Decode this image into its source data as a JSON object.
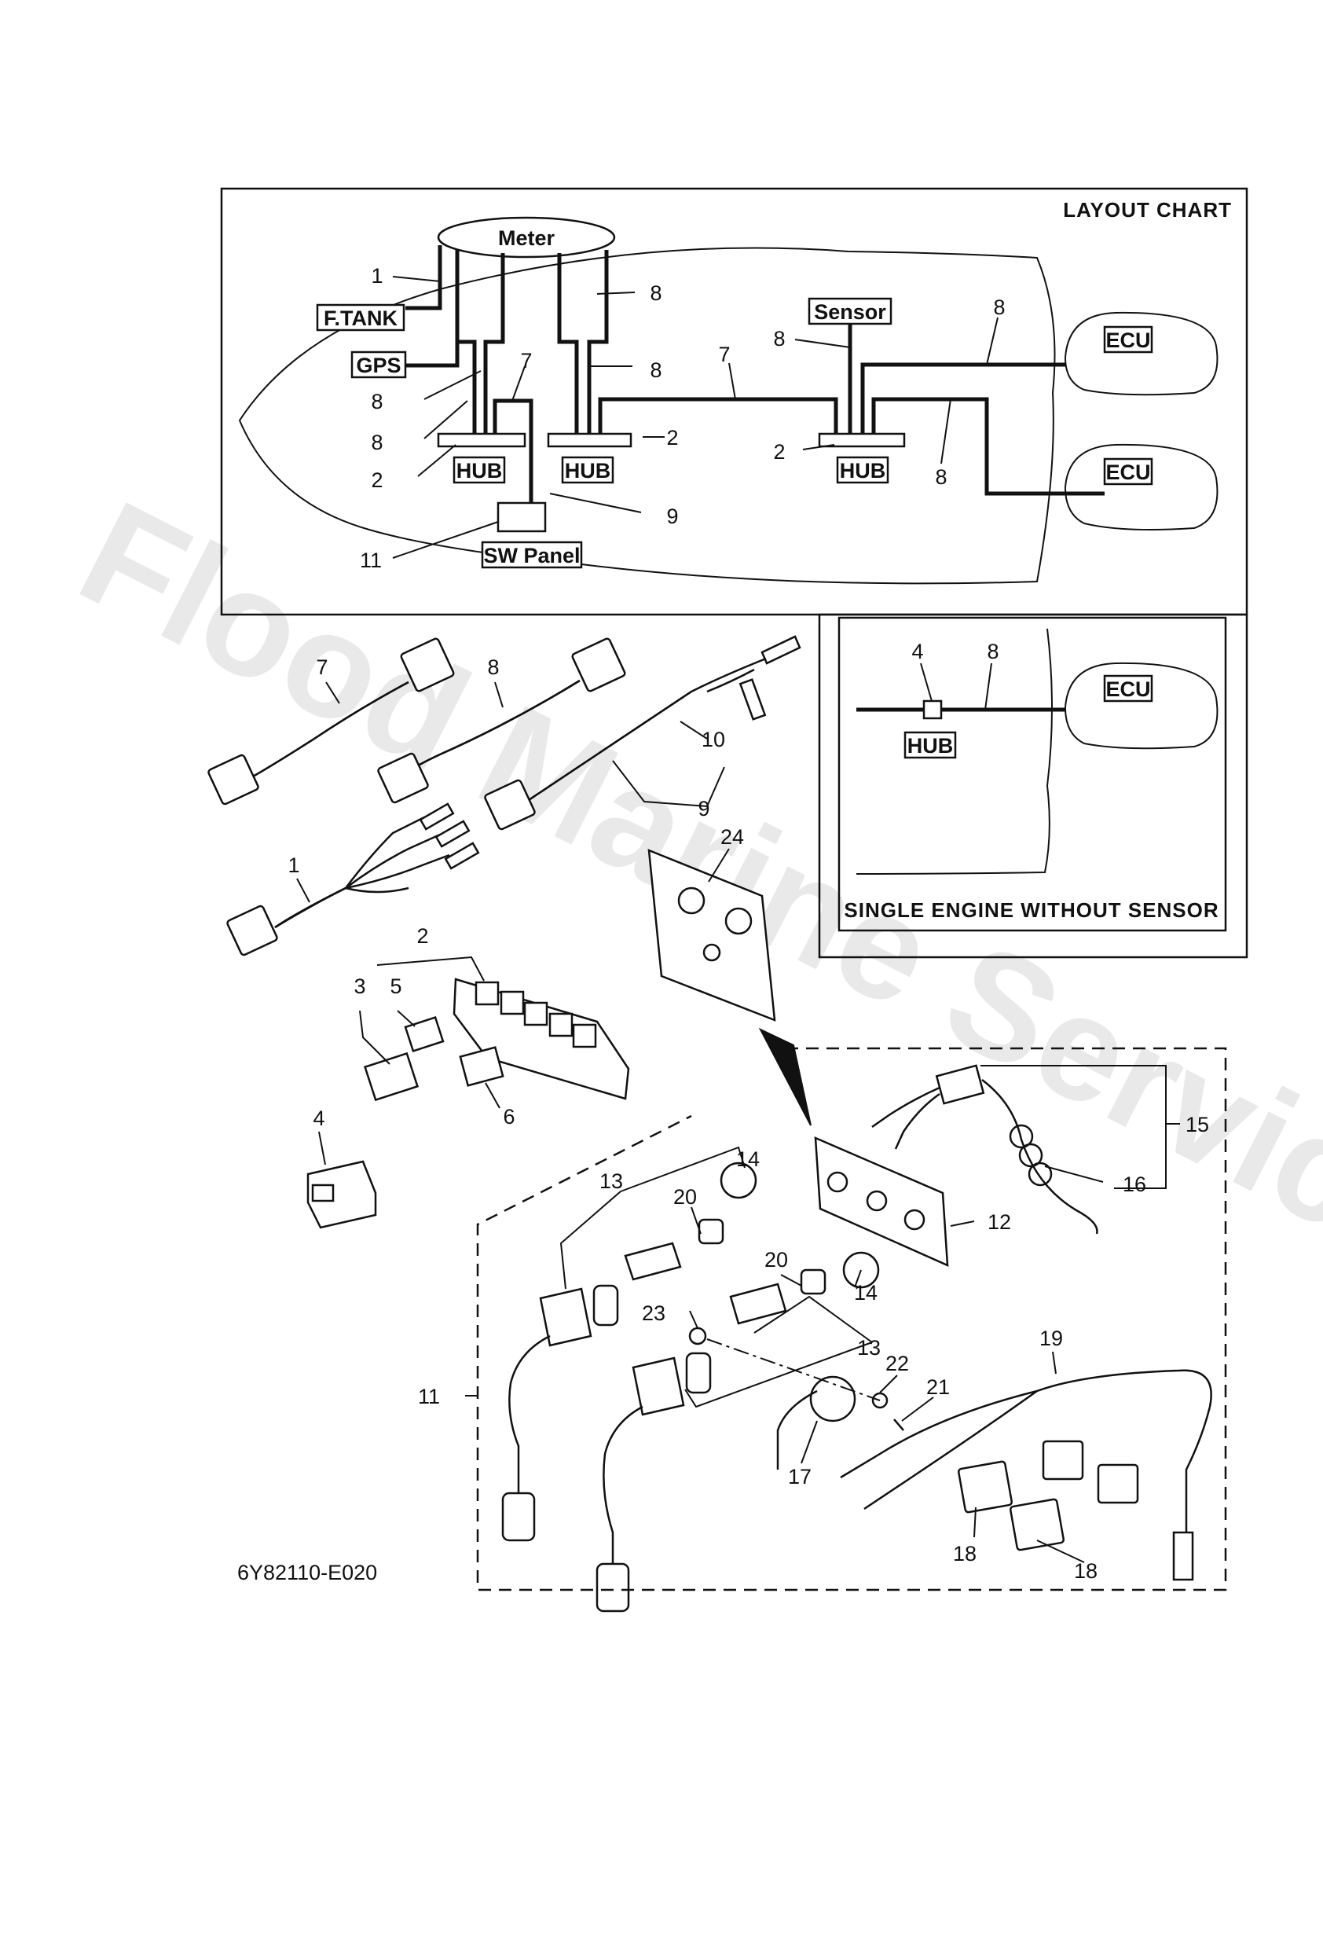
{
  "layout_chart": {
    "title": "LAYOUT CHART",
    "labels": {
      "meter": "Meter",
      "ftank": "F.TANK",
      "gps": "GPS",
      "sensor": "Sensor",
      "ecu_1": "ECU",
      "ecu_2": "ECU",
      "hub_1": "HUB",
      "hub_2": "HUB",
      "hub_3": "HUB",
      "sw_panel": "SW Panel"
    },
    "callouts": {
      "c1": "1",
      "c8a": "8",
      "c8b": "8",
      "c8c": "8",
      "c8d": "8",
      "c8e": "8",
      "c8f": "8",
      "c8g": "8",
      "c7a": "7",
      "c7b": "7",
      "c2a": "2",
      "c2b": "2",
      "c2c": "2",
      "c9": "9",
      "c11": "11"
    }
  },
  "single_engine": {
    "title": "SINGLE ENGINE WITHOUT SENSOR",
    "labels": {
      "hub": "HUB",
      "ecu": "ECU"
    },
    "callouts": {
      "c4": "4",
      "c8": "8"
    }
  },
  "parts": {
    "callouts": {
      "p7": "7",
      "p8": "8",
      "p10": "10",
      "p9": "9",
      "p1": "1",
      "p24": "24",
      "p2": "2",
      "p3": "3",
      "p5": "5",
      "p6": "6",
      "p4": "4",
      "p15": "15",
      "p16": "16",
      "p12": "12",
      "p13a": "13",
      "p14a": "14",
      "p20a": "20",
      "p20b": "20",
      "p14b": "14",
      "p23": "23",
      "p13b": "13",
      "p11": "11",
      "p22": "22",
      "p21": "21",
      "p19": "19",
      "p17": "17",
      "p18a": "18",
      "p18b": "18"
    }
  },
  "drawing_code": "6Y82110-E020",
  "watermark": "Flood Marine Services"
}
